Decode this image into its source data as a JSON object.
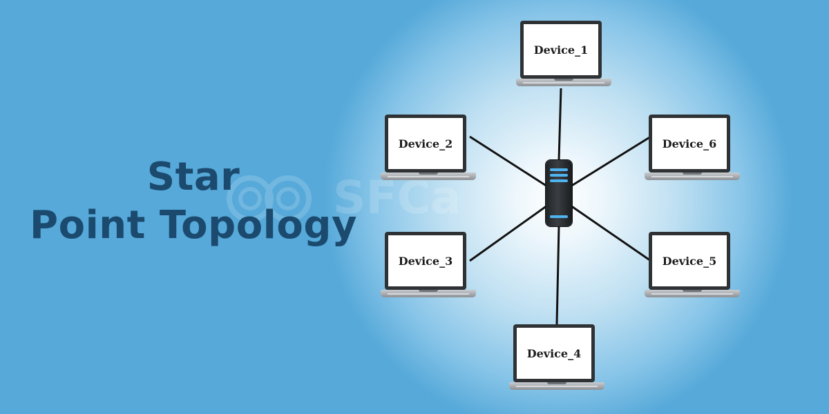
{
  "title": {
    "line1": "Star",
    "line2": "Point Topology"
  },
  "watermark": {
    "text": "SFCa"
  },
  "hub": {
    "icon": "hub-switch-icon"
  },
  "devices": [
    {
      "label": "Device_1"
    },
    {
      "label": "Device_2"
    },
    {
      "label": "Device_3"
    },
    {
      "label": "Device_4"
    },
    {
      "label": "Device_5"
    },
    {
      "label": "Device_6"
    }
  ],
  "colors": {
    "background": "#56a9d9",
    "title": "#1b4a6e",
    "hub_led": "#4fb3f0",
    "wire": "#111111"
  }
}
